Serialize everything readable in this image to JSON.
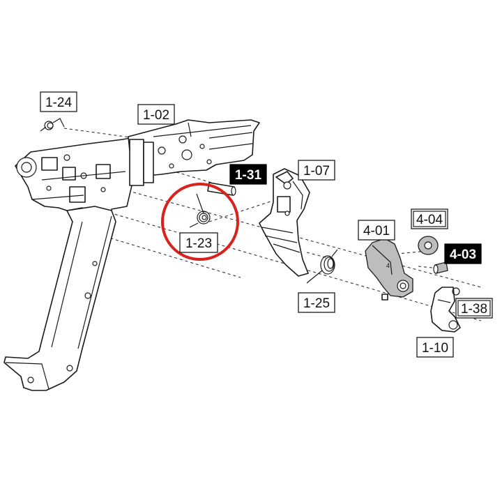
{
  "diagram": {
    "highlight_color": "#d9211e",
    "highlighted_part": "1-23",
    "labels": [
      {
        "id": "1-24",
        "text": "1-24",
        "style": "box"
      },
      {
        "id": "1-02",
        "text": "1-02",
        "style": "box"
      },
      {
        "id": "1-31",
        "text": "1-31",
        "style": "inverted"
      },
      {
        "id": "1-07",
        "text": "1-07",
        "style": "box"
      },
      {
        "id": "1-23",
        "text": "1-23",
        "style": "box"
      },
      {
        "id": "4-01",
        "text": "4-01",
        "style": "box"
      },
      {
        "id": "4-04",
        "text": "4-04",
        "style": "double"
      },
      {
        "id": "4-03",
        "text": "4-03",
        "style": "inverted"
      },
      {
        "id": "1-25",
        "text": "1-25",
        "style": "box"
      },
      {
        "id": "1-38",
        "text": "1-38",
        "style": "double"
      },
      {
        "id": "1-10",
        "text": "1-10",
        "style": "box"
      }
    ]
  }
}
